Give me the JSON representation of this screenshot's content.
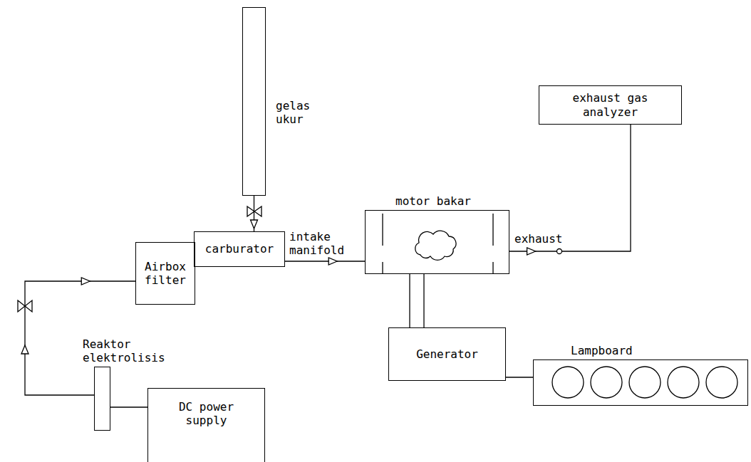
{
  "diagram": {
    "nodes": [
      {
        "text": [
          "gelas ukur"
        ]
      },
      {
        "text": [
          "exhaust gas analyzer"
        ]
      },
      {
        "text": [
          "motor bakar"
        ]
      },
      {
        "text": [
          "Airbox filter"
        ]
      },
      {
        "text": [
          "carburator"
        ]
      },
      {
        "text": [
          "Generator"
        ]
      },
      {
        "text": [
          "Lampboard"
        ]
      },
      {
        "text": [
          "Reaktor elektrolisis"
        ]
      },
      {
        "text": [
          "DC power supply"
        ]
      }
    ],
    "edges": [
      {
        "from": 0,
        "to": 4,
        "arrow": "to"
      },
      {
        "from": 4,
        "to": 2,
        "label": "intake manifold",
        "arrow": "to"
      },
      {
        "from": 2,
        "to": 1,
        "label": "exhaust",
        "arrow": "to"
      },
      {
        "from": 2,
        "to": 5,
        "arrow": "none"
      },
      {
        "from": 5,
        "to": 6,
        "arrow": "none"
      },
      {
        "from": 7,
        "to": 3,
        "arrow": "to"
      },
      {
        "from": 7,
        "to": 8,
        "arrow": "none"
      }
    ]
  }
}
